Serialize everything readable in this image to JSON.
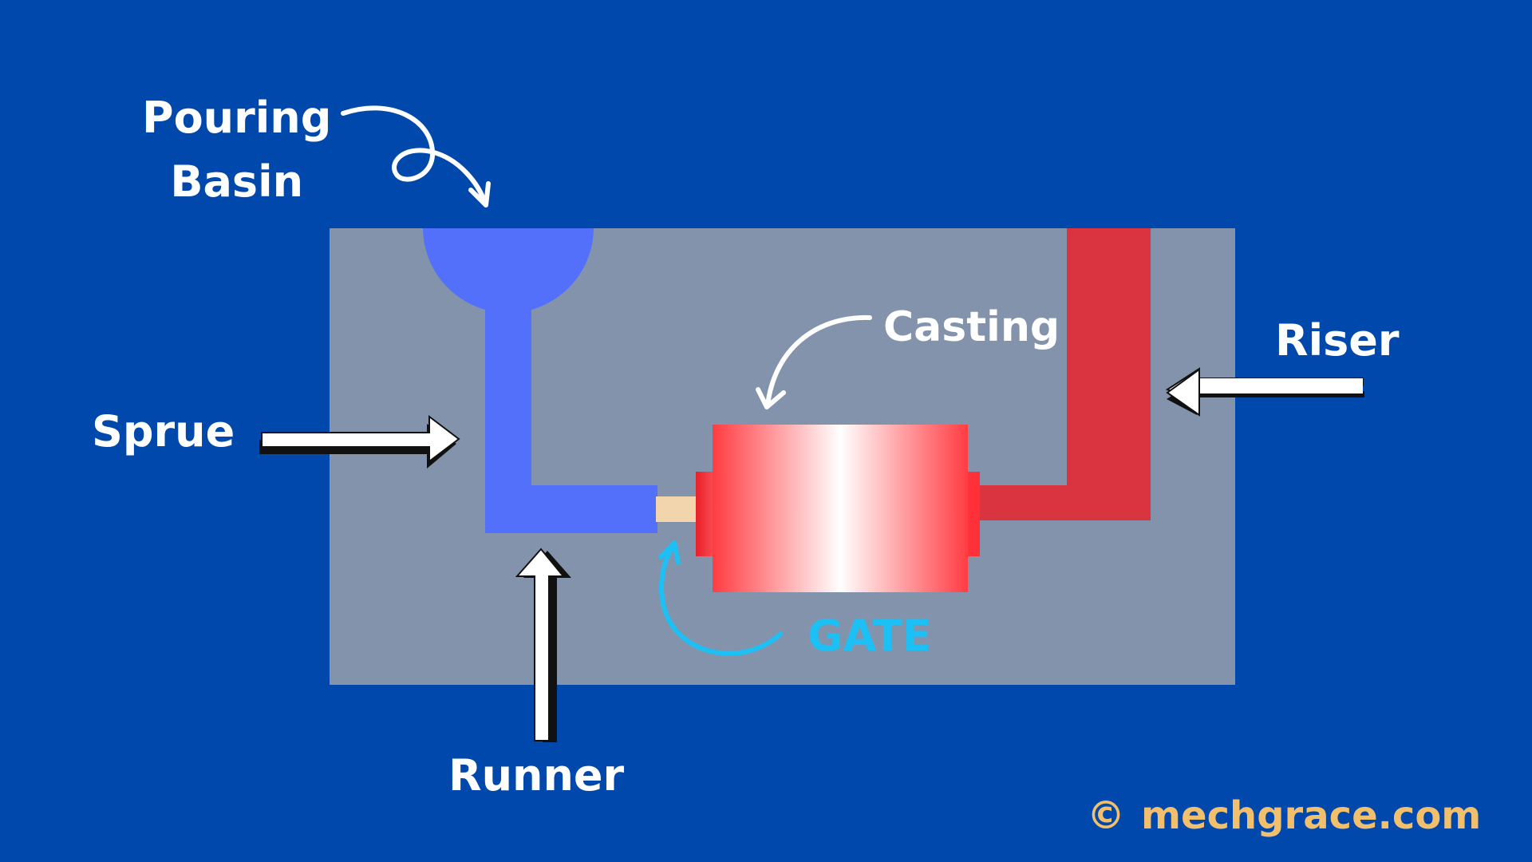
{
  "labels": {
    "pouring_basin_line1": "Pouring",
    "pouring_basin_line2": "Basin",
    "sprue": "Sprue",
    "runner": "Runner",
    "casting": "Casting",
    "riser": "Riser",
    "gate": "GATE"
  },
  "watermark": {
    "symbol": "©",
    "site": "mechgrace.com"
  },
  "colors": {
    "background": "#0048ab",
    "mold": "#8293ab",
    "metal_inflow": "#5370fb",
    "riser": "#d9343f",
    "gate_piece": "#f2d4ad",
    "gate_label": "#1cc0f5",
    "watermark": "#f2bf6c"
  }
}
